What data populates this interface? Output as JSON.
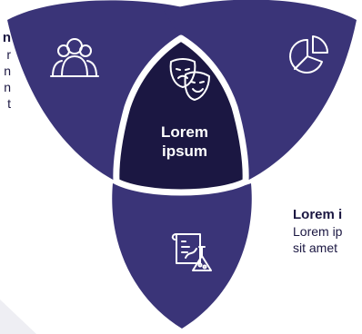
{
  "colors": {
    "petal": "#3a3478",
    "center": "#1b1742",
    "stroke": "#ffffff",
    "text": "#1b1742",
    "corner": "#eeeef3"
  },
  "center": {
    "line1": "Lorem",
    "line2": "ipsum"
  },
  "left_block": {
    "title_fragment": "n",
    "body_fragments": [
      "r",
      "n",
      "n",
      "t"
    ]
  },
  "right_block": {
    "title": "Lorem i",
    "body_line1": "Lorem ip",
    "body_line2": "sit amet"
  },
  "icons": [
    "people-group-icon",
    "theater-masks-icon",
    "pie-chart-icon",
    "science-lab-icon"
  ]
}
